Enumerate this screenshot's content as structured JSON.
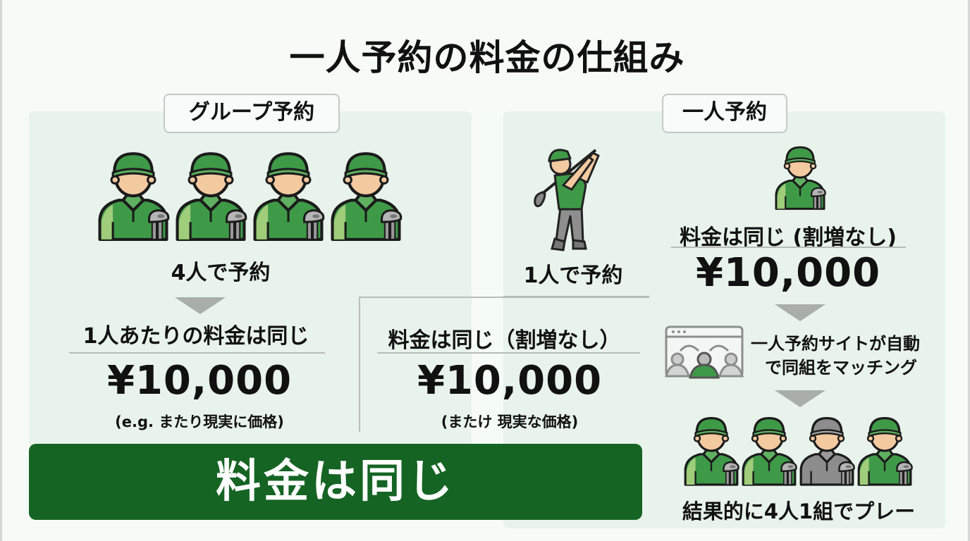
{
  "title": "一人予約の料金の仕組み",
  "colors": {
    "panel_bg": "#e8f3ec",
    "banner_bg": "#156424",
    "shirt_green": "#3f9a48",
    "shirt_gray": "#8d8d8d",
    "skin": "#f3c9a0",
    "arrow_gray": "#a9aeab"
  },
  "group": {
    "tab_label": "グループ予約",
    "people_icons": [
      "golfer-icon",
      "golfer-icon",
      "golfer-icon",
      "golfer-icon"
    ],
    "caption": "4人で予約",
    "heading": "1人あたりの料金は同じ",
    "price": "¥10,000",
    "note": "(e.g. またり現実に価格)"
  },
  "middle": {
    "heading": "料金は同じ（割増なし）",
    "price": "¥10,000",
    "note": "(またけ 現実な価格)"
  },
  "solo": {
    "tab_label": "一人予約",
    "swing_caption": "1人で予約",
    "heading": "料金は同じ (割増なし)",
    "price": "¥10,000",
    "matching_text_line1": "一人予約サイトが自動",
    "matching_text_line2": "で同組をマッチング",
    "result_icons": [
      "golfer-green",
      "golfer-green",
      "golfer-gray",
      "golfer-green"
    ],
    "result_caption": "結果的に4人1組でプレー"
  },
  "banner": {
    "text": "料金は同じ"
  }
}
